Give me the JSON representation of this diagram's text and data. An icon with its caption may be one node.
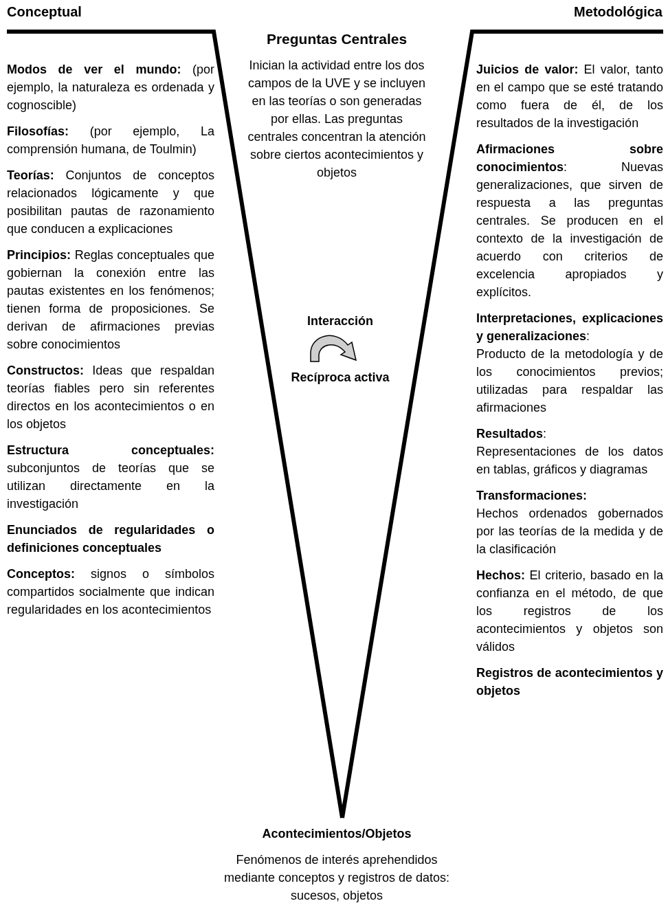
{
  "diagram": {
    "labels": [
      "Conceptual",
      "Metodológica",
      "Preguntas Centrales",
      "Inician la actividad entre los dos campos de la UVE y se incluyen en las teorías o son generadas por ellas. Las preguntas centrales concentran la atención sobre ciertos acontecimientos y objetos",
      "**Modos de ver el mundo:** (por ejemplo, la naturaleza es ordenada y cognoscible)",
      "**Filosofías:** (por ejemplo, La comprensión humana, de Toulmin)",
      "**Teorías:** Conjuntos de conceptos relacionados lógicamente y que posibilitan pautas de razonamiento que conducen a explicaciones",
      "**Principios:** Reglas conceptuales que gobiernan la conexión entre las pautas existentes en los fenómenos; tienen forma de proposiciones. Se derivan de afirmaciones previas sobre conocimientos",
      "**Constructos:** Ideas que respaldan teorías fiables pero sin referentes directos en los acontecimientos o en los objetos",
      "**Estructura conceptuales:** subconjuntos de teorías que se utilizan directamente en la investigación",
      "Enunciados de regularidades o definiciones conceptuales",
      "**Conceptos:** signos o símbolos compartidos socialmente que indican regularidades en los acontecimientos",
      "Interacción",
      "Recíproca activa",
      "**Juicios de valor:** El valor, tanto en el campo que se esté tratando como fuera de él, de los resultados de la investigación",
      "**Afirmaciones sobre conocimientos**: Nuevas generalizaciones, que sirven de respuesta a las preguntas centrales. Se producen en el contexto de la investigación de acuerdo con criterios de excelencia apropiados y explícitos.",
      "**Interpretaciones, explicaciones y generalizaciones**:",
      "Producto de la metodología y de los conocimientos previos; utilizadas para respaldar las afirmaciones",
      "**Resultados**:",
      "Representaciones de los datos en tablas, gráficos y diagramas",
      "Transformaciones:",
      "Hechos ordenados gobernados por las teorías de la medida y de la clasificación",
      "**Hechos:** El criterio, basado en la confianza en el método, de que los registros de los acontecimientos y objetos son válidos",
      "Registros de acontecimientos y objetos",
      "Acontecimientos/Objetos",
      "Fenómenos de interés aprehendidos mediante conceptos y registros de datos: sucesos, objetos"
    ]
  }
}
